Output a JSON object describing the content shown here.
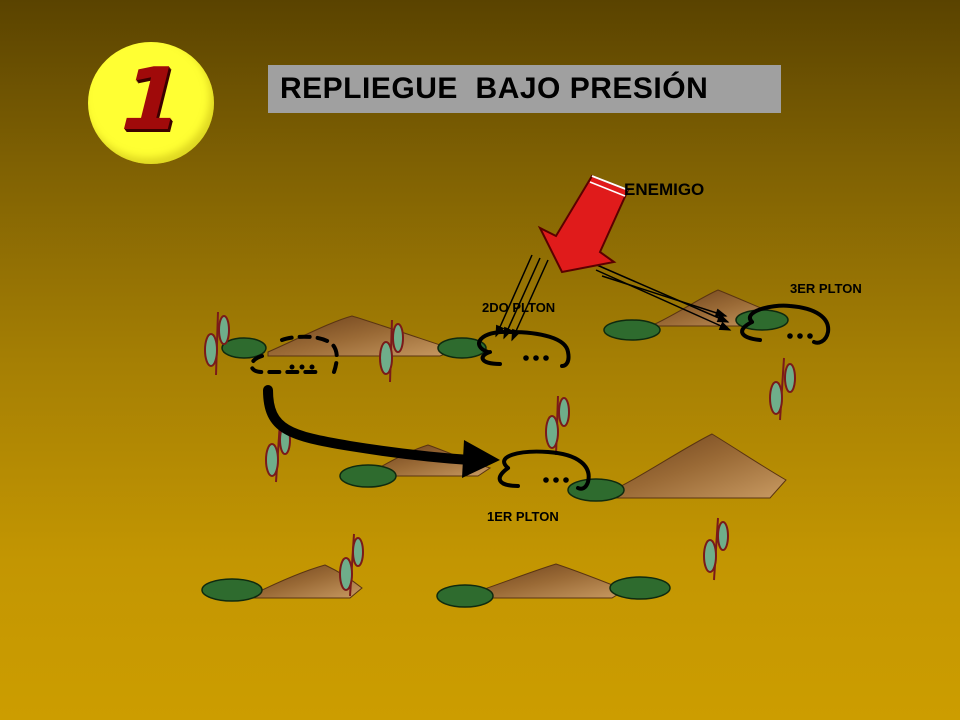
{
  "slide": {
    "number": "1",
    "title": "REPLIEGUE  BAJO PRESIÓN"
  },
  "labels": {
    "enemy": "ENEMIGO",
    "platoon_1": "1ER PLTON",
    "platoon_2": "2DO PLTON",
    "platoon_3": "3ER PLTON"
  },
  "colors": {
    "background_top": "#5a4300",
    "background_bottom": "#cc9d00",
    "badge_fill": "#ffff33",
    "badge_number": "#a00a0a",
    "title_box": "#a0a0a0",
    "enemy_arrow": "#e01b1b",
    "mound": "#8a5a2b",
    "bush": "#2e6b2e"
  },
  "icons": [
    "enemy-arrow",
    "fire-lines",
    "platoon-position",
    "withdrawal-arrow",
    "terrain-mound",
    "bush",
    "tree"
  ]
}
